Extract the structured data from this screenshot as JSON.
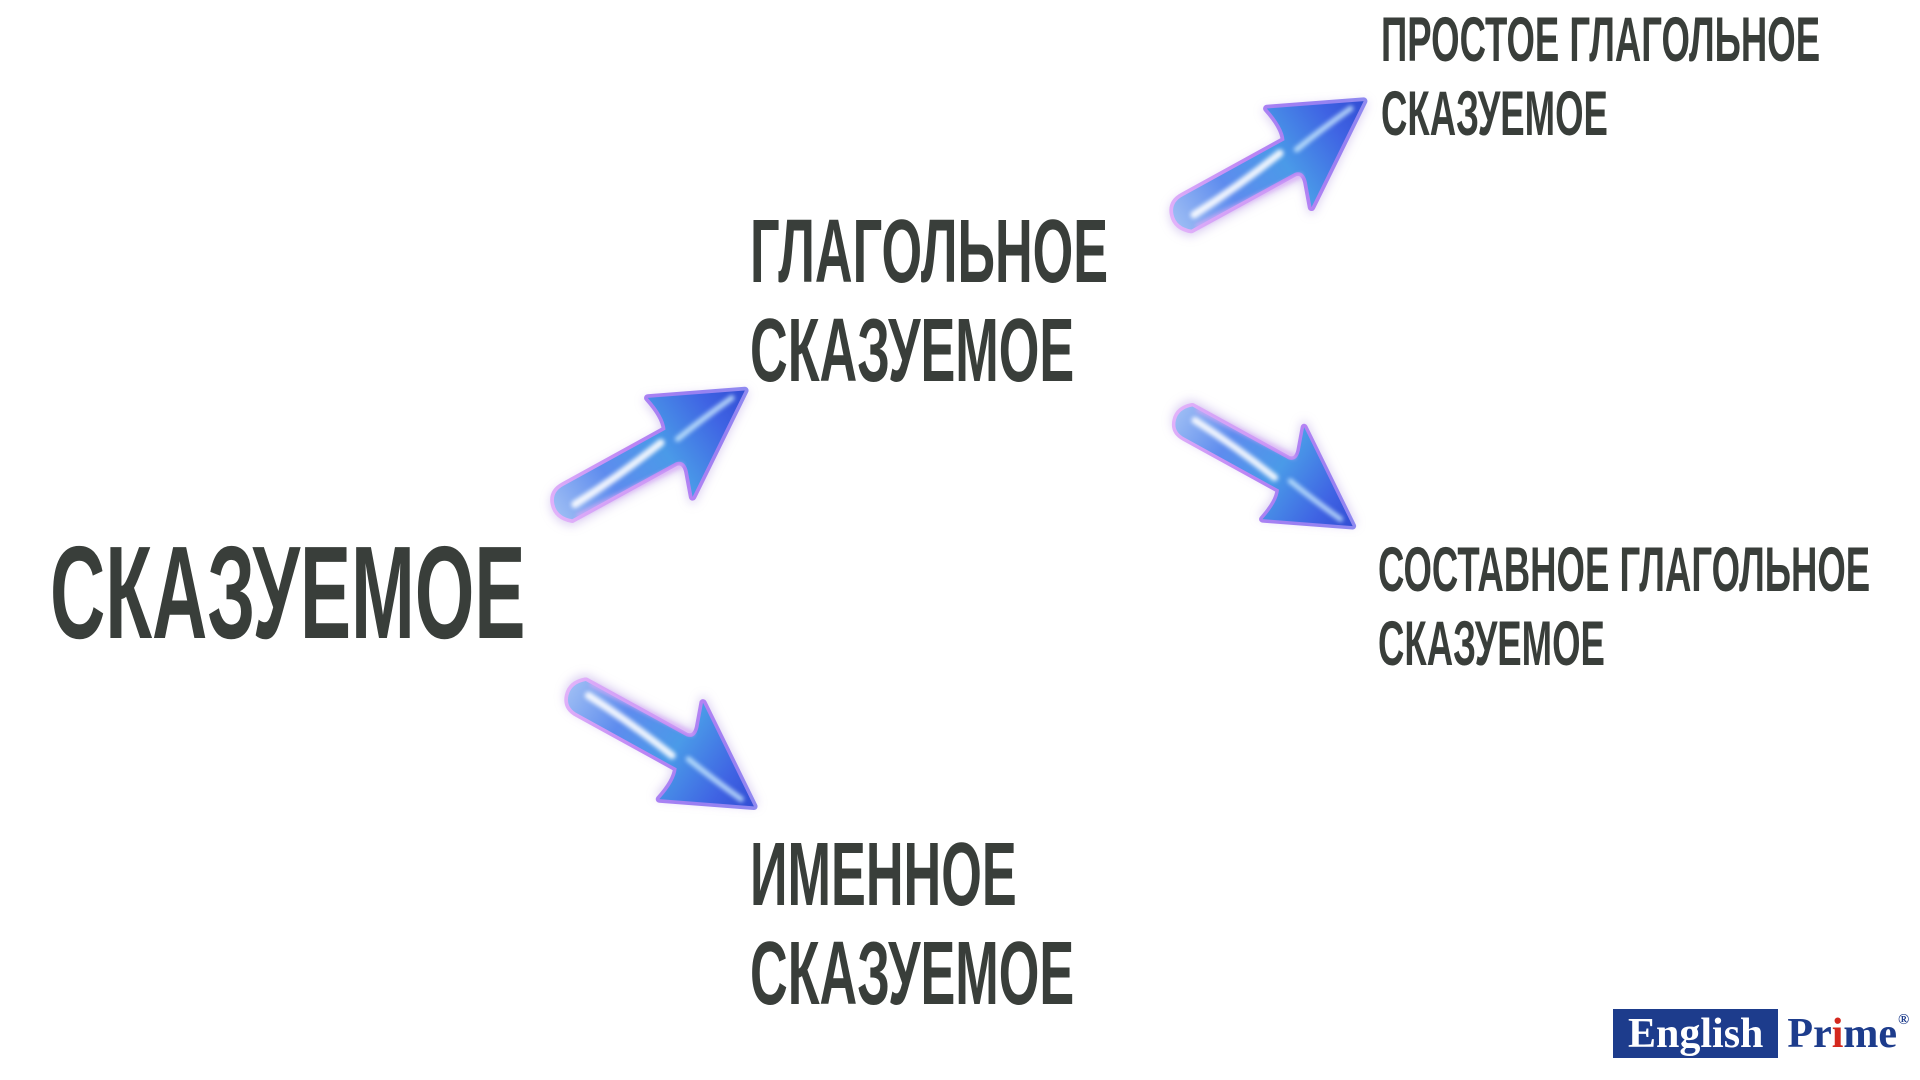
{
  "slide": {
    "background": "#ffffff",
    "root_node": {
      "lines": [
        "СКАЗУЕМОЕ"
      ]
    },
    "verbal_node": {
      "lines": [
        "ГЛАГОЛЬНОЕ",
        "СКАЗУЕМОЕ"
      ]
    },
    "nominal_node": {
      "lines": [
        "ИМЕННОЕ",
        "СКАЗУЕМОЕ"
      ]
    },
    "simple_verbal_node": {
      "lines": [
        "ПРОСТОЕ ГЛАГОЛЬНОЕ",
        "СКАЗУЕМОЕ"
      ]
    },
    "compound_verbal_node": {
      "lines": [
        "СОСТАВНОЕ ГЛАГОЛЬНОЕ",
        "СКАЗУЕМОЕ"
      ]
    },
    "arrows": {
      "root_to_verbal": "up-right",
      "root_to_nominal": "down-right",
      "verbal_to_simple": "up-right",
      "verbal_to_compound": "down-right"
    }
  },
  "logo": {
    "english": "English",
    "prime_pre": "Pr",
    "prime_i": "i",
    "prime_post": "me",
    "registered": "®"
  },
  "colors": {
    "text": "#393e3a",
    "logo_blue": "#1d3c8c",
    "logo_red": "#d4281e",
    "logo_text_on_blue": "#ffffff",
    "arrow_blue_deep": "#2d47cf",
    "arrow_blue": "#4f7ce8",
    "arrow_blue_light": "#a9c6f5",
    "arrow_cyan": "#cfeeff",
    "arrow_purple": "#bd84f4",
    "arrow_purple_light": "#e6b7fa"
  }
}
